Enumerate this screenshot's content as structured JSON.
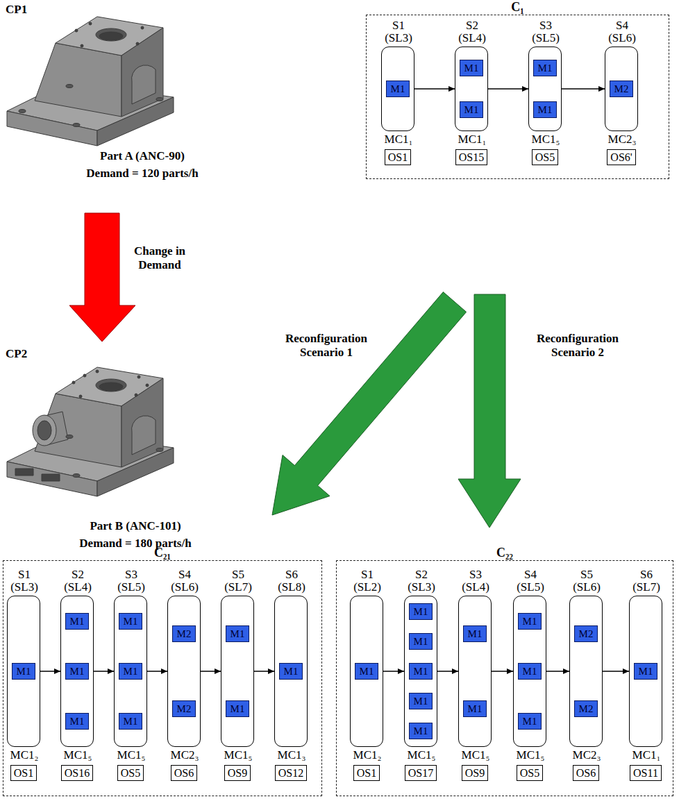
{
  "diagram": {
    "nodes": [
      {
        "text": [
          "C₁"
        ]
      },
      {
        "text": [
          "S1 (SL3)",
          "MC1₁"
        ],
        "in": 0
      },
      {
        "text": [
          "M1"
        ],
        "in": 1
      },
      {
        "text": [
          "OS1"
        ],
        "in": 0
      },
      {
        "text": [
          "S2 (SL4)",
          "MC1₁"
        ],
        "in": 0
      },
      {
        "text": [
          "M1"
        ],
        "in": 4
      },
      {
        "text": [
          "M1"
        ],
        "in": 4
      },
      {
        "text": [
          "OS15"
        ],
        "in": 0
      },
      {
        "text": [
          "S3 (SL5)",
          "MC1₅"
        ],
        "in": 0
      },
      {
        "text": [
          "M1"
        ],
        "in": 8
      },
      {
        "text": [
          "M1"
        ],
        "in": 8
      },
      {
        "text": [
          "OS5"
        ],
        "in": 0
      },
      {
        "text": [
          "S4 (SL6)",
          "MC2₃"
        ],
        "in": 0
      },
      {
        "text": [
          "M2"
        ],
        "in": 12
      },
      {
        "text": [
          "OS6'"
        ],
        "in": 0
      },
      {
        "text": [
          "C₂₁"
        ]
      },
      {
        "text": [
          "S1 (SL3)",
          "MC1₂"
        ],
        "in": 15
      },
      {
        "text": [
          "M1"
        ],
        "in": 16
      },
      {
        "text": [
          "OS1"
        ],
        "in": 15
      },
      {
        "text": [
          "S2 (SL4)",
          "MC1₅"
        ],
        "in": 15
      },
      {
        "text": [
          "M1"
        ],
        "in": 19
      },
      {
        "text": [
          "M1"
        ],
        "in": 19
      },
      {
        "text": [
          "M1"
        ],
        "in": 19
      },
      {
        "text": [
          "OS16"
        ],
        "in": 15
      },
      {
        "text": [
          "S3 (SL5)",
          "MC1₅"
        ],
        "in": 15
      },
      {
        "text": [
          "M1"
        ],
        "in": 24
      },
      {
        "text": [
          "M1"
        ],
        "in": 24
      },
      {
        "text": [
          "M1"
        ],
        "in": 24
      },
      {
        "text": [
          "OS5"
        ],
        "in": 15
      },
      {
        "text": [
          "S4 (SL6)",
          "MC2₃"
        ],
        "in": 15
      },
      {
        "text": [
          "M2"
        ],
        "in": 29
      },
      {
        "text": [
          "M2"
        ],
        "in": 29
      },
      {
        "text": [
          "OS6"
        ],
        "in": 15
      },
      {
        "text": [
          "S5 (SL7)",
          "MC1₅"
        ],
        "in": 15
      },
      {
        "text": [
          "M1"
        ],
        "in": 33
      },
      {
        "text": [
          "M1"
        ],
        "in": 33
      },
      {
        "text": [
          "OS9"
        ],
        "in": 15
      },
      {
        "text": [
          "S6 (SL8)",
          "MC1₃"
        ],
        "in": 15
      },
      {
        "text": [
          "M1"
        ],
        "in": 37
      },
      {
        "text": [
          "OS12"
        ],
        "in": 15
      },
      {
        "text": [
          "C₂₂"
        ]
      },
      {
        "text": [
          "S1 (SL2)",
          "MC1₂"
        ],
        "in": 40
      },
      {
        "text": [
          "M1"
        ],
        "in": 41
      },
      {
        "text": [
          "OS1"
        ],
        "in": 40
      },
      {
        "text": [
          "S2 (SL3)",
          "MC1₅"
        ],
        "in": 40
      },
      {
        "text": [
          "M1"
        ],
        "in": 44
      },
      {
        "text": [
          "M1"
        ],
        "in": 44
      },
      {
        "text": [
          "M1"
        ],
        "in": 44
      },
      {
        "text": [
          "M1"
        ],
        "in": 44
      },
      {
        "text": [
          "M1"
        ],
        "in": 44
      },
      {
        "text": [
          "OS17"
        ],
        "in": 40
      },
      {
        "text": [
          "S3 (SL4)",
          "MC1₅"
        ],
        "in": 40
      },
      {
        "text": [
          "M1"
        ],
        "in": 51
      },
      {
        "text": [
          "M1"
        ],
        "in": 51
      },
      {
        "text": [
          "OS9"
        ],
        "in": 40
      },
      {
        "text": [
          "S4 (SL5)",
          "MC1₅"
        ],
        "in": 40
      },
      {
        "text": [
          "M1"
        ],
        "in": 55
      },
      {
        "text": [
          "M1"
        ],
        "in": 55
      },
      {
        "text": [
          "M1"
        ],
        "in": 55
      },
      {
        "text": [
          "OS5"
        ],
        "in": 40
      },
      {
        "text": [
          "S5 (SL6)",
          "MC2₃"
        ],
        "in": 40
      },
      {
        "text": [
          "M2"
        ],
        "in": 60
      },
      {
        "text": [
          "M2"
        ],
        "in": 60
      },
      {
        "text": [
          "OS6"
        ],
        "in": 40
      },
      {
        "text": [
          "S6 (SL7)",
          "MC1₁"
        ],
        "in": 40
      },
      {
        "text": [
          "M1"
        ],
        "in": 64
      },
      {
        "text": [
          "OS11"
        ],
        "in": 40
      }
    ],
    "edges": [
      {
        "from": 1,
        "to": 4,
        "arrow": "to"
      },
      {
        "from": 4,
        "to": 8,
        "arrow": "to"
      },
      {
        "from": 8,
        "to": 12,
        "arrow": "to"
      },
      {
        "from": 16,
        "to": 19,
        "arrow": "to"
      },
      {
        "from": 19,
        "to": 24,
        "arrow": "to"
      },
      {
        "from": 24,
        "to": 29,
        "arrow": "to"
      },
      {
        "from": 29,
        "to": 33,
        "arrow": "to"
      },
      {
        "from": 33,
        "to": 37,
        "arrow": "to"
      },
      {
        "from": 41,
        "to": 44,
        "arrow": "to"
      },
      {
        "from": 44,
        "to": 51,
        "arrow": "to"
      },
      {
        "from": 51,
        "to": 55,
        "arrow": "to"
      },
      {
        "from": 55,
        "to": 60,
        "arrow": "to"
      },
      {
        "from": 60,
        "to": 64,
        "arrow": "to"
      }
    ],
    "labels": [
      "CP1",
      "Part A (ANC-90)",
      "Demand = 120 parts/h",
      "Change in Demand",
      "CP2",
      "Part B (ANC-101)",
      "Demand = 180 parts/h",
      "Reconfiguration Scenario 1",
      "Reconfiguration Scenario 2"
    ]
  }
}
